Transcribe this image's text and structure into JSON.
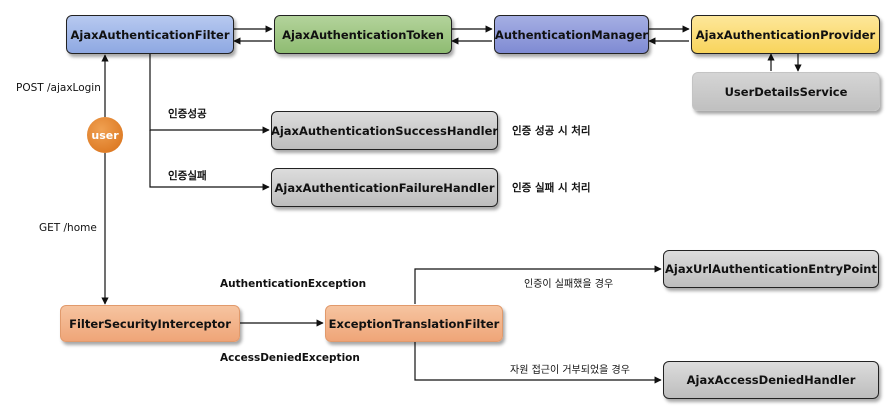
{
  "nodes": {
    "ajax_auth_filter": "AjaxAuthenticationFilter",
    "ajax_auth_token": "AjaxAuthenticationToken",
    "auth_manager": "AuthenticationManager",
    "ajax_auth_provider": "AjaxAuthenticationProvider",
    "user_details_service": "UserDetailsService",
    "success_handler": "AjaxAuthenticationSuccessHandler",
    "failure_handler": "AjaxAuthenticationFailureHandler",
    "filter_security_interceptor": "FilterSecurityInterceptor",
    "exception_translation_filter": "ExceptionTranslationFilter",
    "entry_point": "AjaxUrlAuthenticationEntryPoint",
    "access_denied_handler": "AjaxAccessDeniedHandler",
    "user": "user"
  },
  "labels": {
    "post_login": "POST /ajaxLogin",
    "get_home": "GET /home",
    "auth_success": "인증성공",
    "auth_failure": "인증실패",
    "success_note": "인증 성공 시 처리",
    "failure_note": "인증 실패 시 처리",
    "authentication_exception": "AuthenticationException",
    "access_denied_exception": "AccessDeniedException",
    "auth_failed_case": "인증이 실패했을 경우",
    "access_denied_case": "자원 접근이 거부되었을 경우"
  }
}
